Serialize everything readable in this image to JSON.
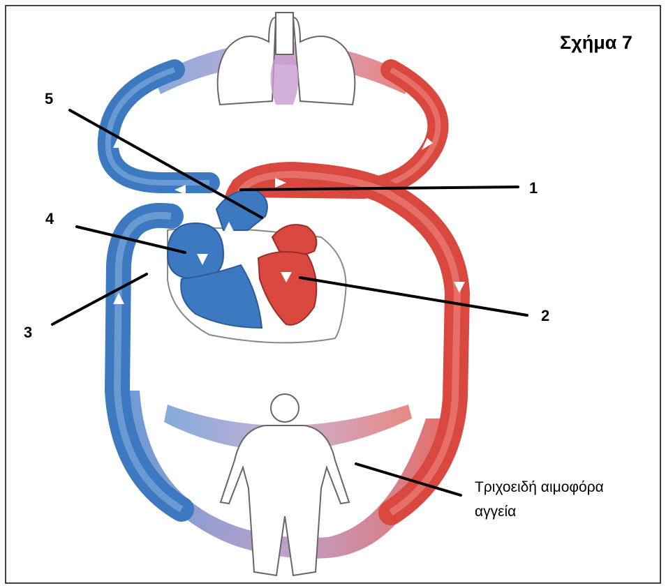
{
  "figure": {
    "title": "Σχήμα 7",
    "labels": {
      "n1": "1",
      "n2": "2",
      "n3": "3",
      "n4": "4",
      "n5": "5"
    },
    "capillaries_caption": {
      "line1": "Τριχοειδή αιμοφόρα",
      "line2": "αγγεία"
    },
    "colors": {
      "oxygen_poor": "#3d79c0",
      "oxygen_rich": "#d9483f",
      "mixed": "#b38bb8",
      "outline": "#000000"
    }
  }
}
